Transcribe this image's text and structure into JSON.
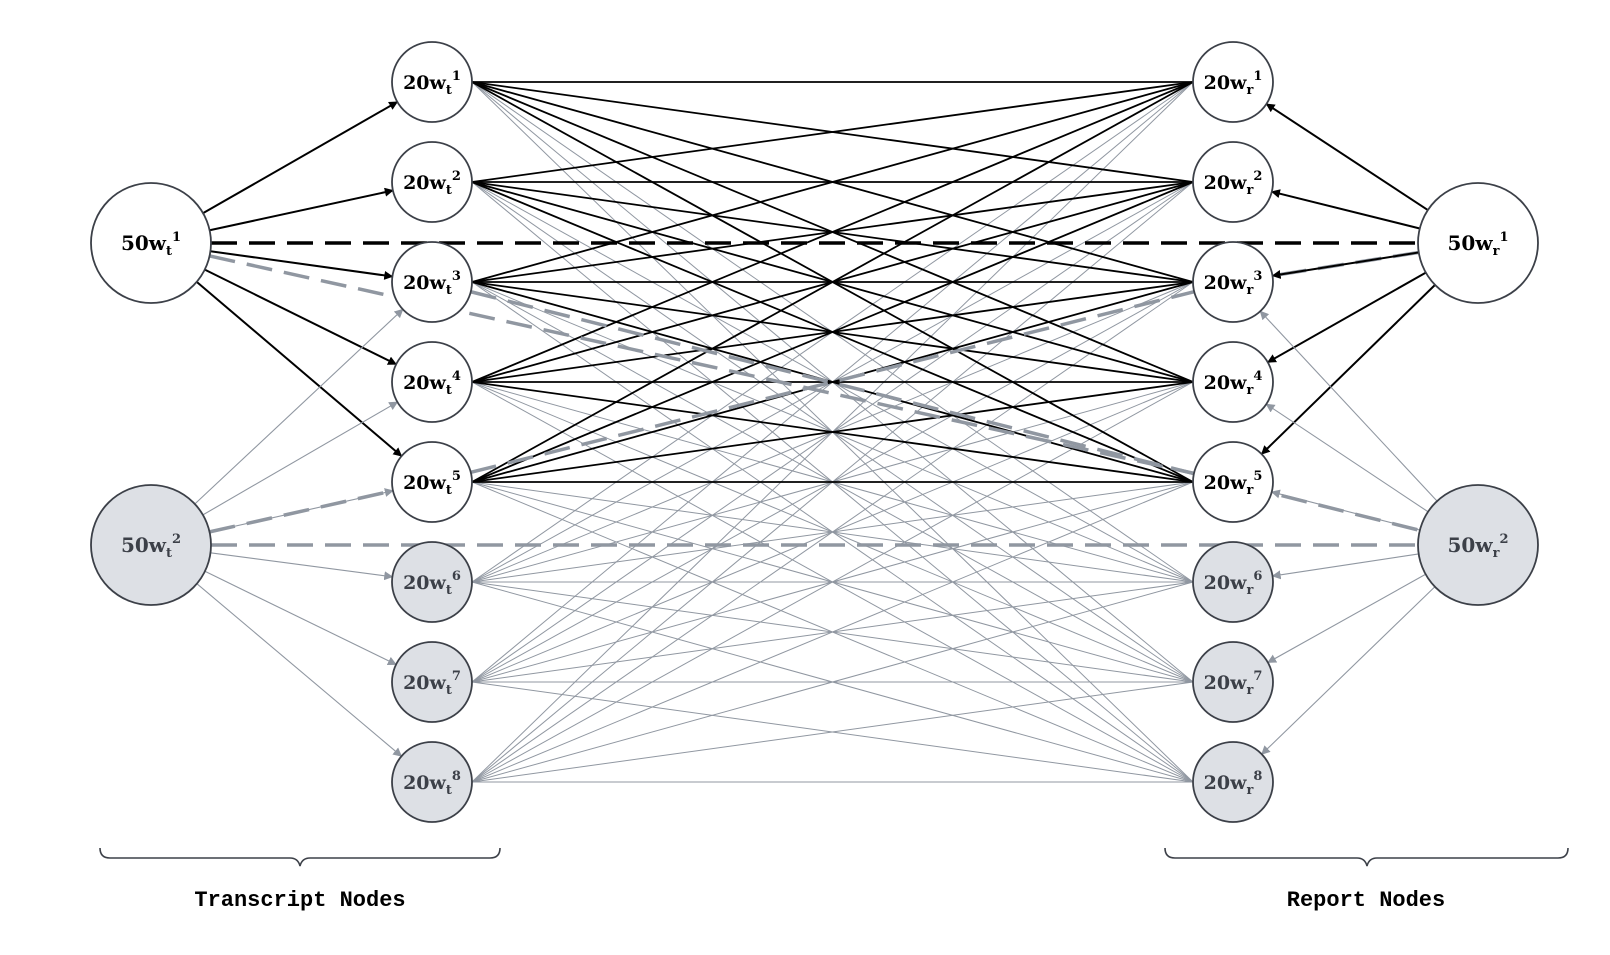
{
  "colors": {
    "primary_stroke": "#000000",
    "secondary_stroke": "#9097a1",
    "secondary_fill": "#dde0e5",
    "node_border": "#3c4048",
    "node_fill": "#ffffff",
    "text_primary": "#000000",
    "text_secondary": "#3c4048"
  },
  "transcript": {
    "group_label": "Transcript Nodes",
    "big_nodes": [
      {
        "id": "t50_1",
        "coef": "50",
        "base": "w",
        "sub": "t",
        "sup": "1",
        "highlight": true
      },
      {
        "id": "t50_2",
        "coef": "50",
        "base": "w",
        "sub": "t",
        "sup": "2",
        "highlight": false
      }
    ],
    "small_nodes": [
      {
        "id": "t20_1",
        "coef": "20",
        "base": "w",
        "sub": "t",
        "sup": "1",
        "highlight": true
      },
      {
        "id": "t20_2",
        "coef": "20",
        "base": "w",
        "sub": "t",
        "sup": "2",
        "highlight": true
      },
      {
        "id": "t20_3",
        "coef": "20",
        "base": "w",
        "sub": "t",
        "sup": "3",
        "highlight": true
      },
      {
        "id": "t20_4",
        "coef": "20",
        "base": "w",
        "sub": "t",
        "sup": "4",
        "highlight": true
      },
      {
        "id": "t20_5",
        "coef": "20",
        "base": "w",
        "sub": "t",
        "sup": "5",
        "highlight": true
      },
      {
        "id": "t20_6",
        "coef": "20",
        "base": "w",
        "sub": "t",
        "sup": "6",
        "highlight": false
      },
      {
        "id": "t20_7",
        "coef": "20",
        "base": "w",
        "sub": "t",
        "sup": "7",
        "highlight": false
      },
      {
        "id": "t20_8",
        "coef": "20",
        "base": "w",
        "sub": "t",
        "sup": "8",
        "highlight": false
      }
    ]
  },
  "report": {
    "group_label": "Report Nodes",
    "big_nodes": [
      {
        "id": "r50_1",
        "coef": "50",
        "base": "w",
        "sub": "r",
        "sup": "1",
        "highlight": true
      },
      {
        "id": "r50_2",
        "coef": "50",
        "base": "w",
        "sub": "r",
        "sup": "2",
        "highlight": false
      }
    ],
    "small_nodes": [
      {
        "id": "r20_1",
        "coef": "20",
        "base": "w",
        "sub": "r",
        "sup": "1",
        "highlight": true
      },
      {
        "id": "r20_2",
        "coef": "20",
        "base": "w",
        "sub": "r",
        "sup": "2",
        "highlight": true
      },
      {
        "id": "r20_3",
        "coef": "20",
        "base": "w",
        "sub": "r",
        "sup": "3",
        "highlight": true
      },
      {
        "id": "r20_4",
        "coef": "20",
        "base": "w",
        "sub": "r",
        "sup": "4",
        "highlight": true
      },
      {
        "id": "r20_5",
        "coef": "20",
        "base": "w",
        "sub": "r",
        "sup": "5",
        "highlight": true
      },
      {
        "id": "r20_6",
        "coef": "20",
        "base": "w",
        "sub": "r",
        "sup": "6",
        "highlight": false
      },
      {
        "id": "r20_7",
        "coef": "20",
        "base": "w",
        "sub": "r",
        "sup": "7",
        "highlight": false
      },
      {
        "id": "r20_8",
        "coef": "20",
        "base": "w",
        "sub": "r",
        "sup": "8",
        "highlight": false
      }
    ]
  },
  "edges": {
    "transcript_big_to_small": [
      {
        "from": "t50_1",
        "to": [
          "t20_1",
          "t20_2",
          "t20_3",
          "t20_4",
          "t20_5"
        ]
      },
      {
        "from": "t50_2",
        "to": [
          "t20_3",
          "t20_4",
          "t20_5",
          "t20_6",
          "t20_7",
          "t20_8"
        ]
      }
    ],
    "report_big_to_small": [
      {
        "from": "r50_1",
        "to": [
          "r20_1",
          "r20_2",
          "r20_3",
          "r20_4",
          "r20_5"
        ]
      },
      {
        "from": "r50_2",
        "to": [
          "r20_3",
          "r20_4",
          "r20_5",
          "r20_6",
          "r20_7",
          "r20_8"
        ]
      }
    ],
    "small_bipartite": "all transcript 20w nodes connect to all report 20w nodes",
    "big_dashed": [
      {
        "from": "t50_1",
        "to": "r50_1",
        "highlight": true
      },
      {
        "from": "t50_2",
        "to": "r50_2",
        "highlight": false
      },
      {
        "from": "t50_1",
        "to": "r20_5",
        "highlight": false
      },
      {
        "from": "t50_2",
        "to": "t20_5",
        "highlight": false
      },
      {
        "from": "t20_3",
        "to": "r50_2",
        "highlight": false
      },
      {
        "from": "r50_1",
        "to": "r20_3",
        "highlight": false
      },
      {
        "from": "t20_5",
        "to": "r20_3",
        "highlight": false
      }
    ]
  }
}
